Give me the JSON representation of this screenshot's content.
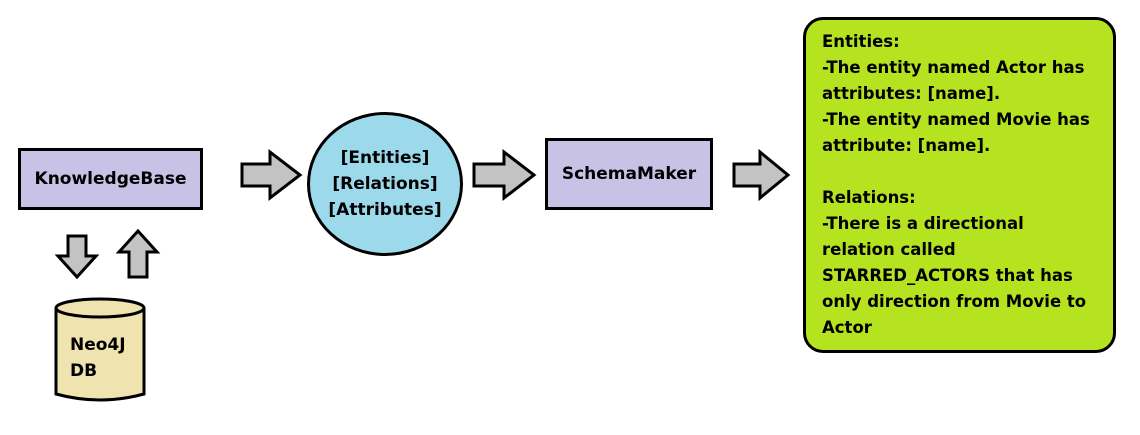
{
  "knowledge_base": {
    "label": "KnowledgeBase"
  },
  "database": {
    "line1": "Neo4J",
    "line2": "DB"
  },
  "schema_items": {
    "line1": "[Entities]",
    "line2": "[Relations]",
    "line3": "[Attributes]"
  },
  "schema_maker": {
    "label": "SchemaMaker"
  },
  "output_panel": {
    "lines": [
      "Entities:",
      "-The entity named Actor has",
      "attributes: [name].",
      "-The entity named Movie has",
      "attribute: [name].",
      "",
      "Relations:",
      "-There is a directional",
      "relation called",
      "STARRED_ACTORS that has",
      "only direction from Movie to",
      "Actor"
    ]
  },
  "colors": {
    "box_fill": "#c8c2e6",
    "circle_fill": "#9cd9ea",
    "panel_fill": "#b6e31f",
    "db_fill": "#efe4b0",
    "arrow_fill": "#c3c3c3",
    "stroke": "#000000"
  }
}
